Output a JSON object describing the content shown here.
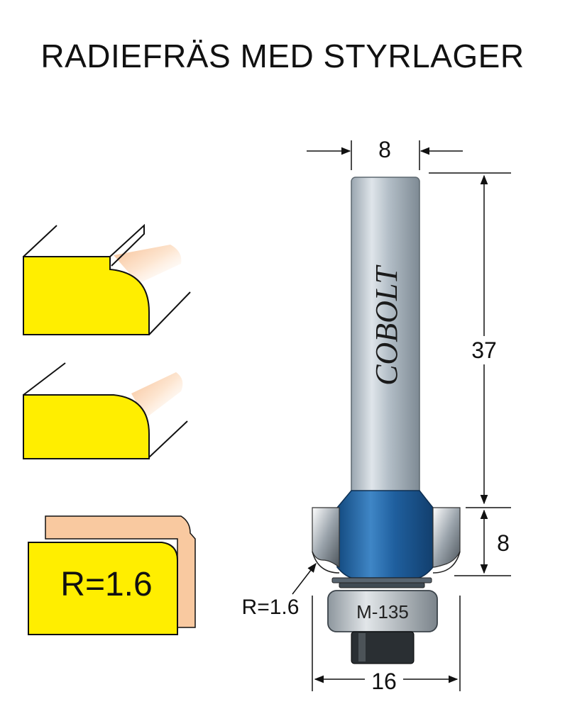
{
  "title": "RADIEFRÄS MED STYRLAGER",
  "brand": "COBOLT",
  "bearing_label": "M-135",
  "dimensions": {
    "shank_diameter": "8",
    "shank_length": "37",
    "cutter_height": "8",
    "cutter_diameter": "16",
    "radius_callout": "R=1.6"
  },
  "profile_box_label": "R=1.6",
  "colors": {
    "workpiece_yellow": "#ffee00",
    "wood_orange": "#f9c9a0",
    "cutter_blue": "#1f5f9e",
    "shank_grey": "#a9b4bd"
  }
}
